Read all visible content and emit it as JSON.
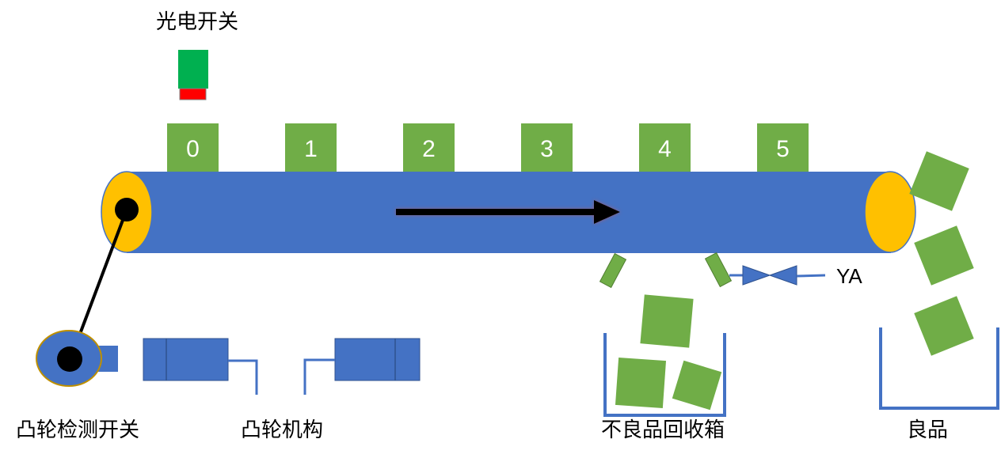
{
  "labels": {
    "sensor": "光电开关",
    "cam_switch": "凸轮检测开关",
    "cam_mechanism": "凸轮机构",
    "reject_bin": "不良品回收箱",
    "good": "良品",
    "valve": "YA"
  },
  "slots": [
    "0",
    "1",
    "2",
    "3",
    "4",
    "5"
  ],
  "colors": {
    "belt": "#4472C4",
    "roller": "#FFC000",
    "product": "#70AD47",
    "sensor_top": "#00B050",
    "sensor_bottom": "#FF0000",
    "arrow": "#000000"
  }
}
